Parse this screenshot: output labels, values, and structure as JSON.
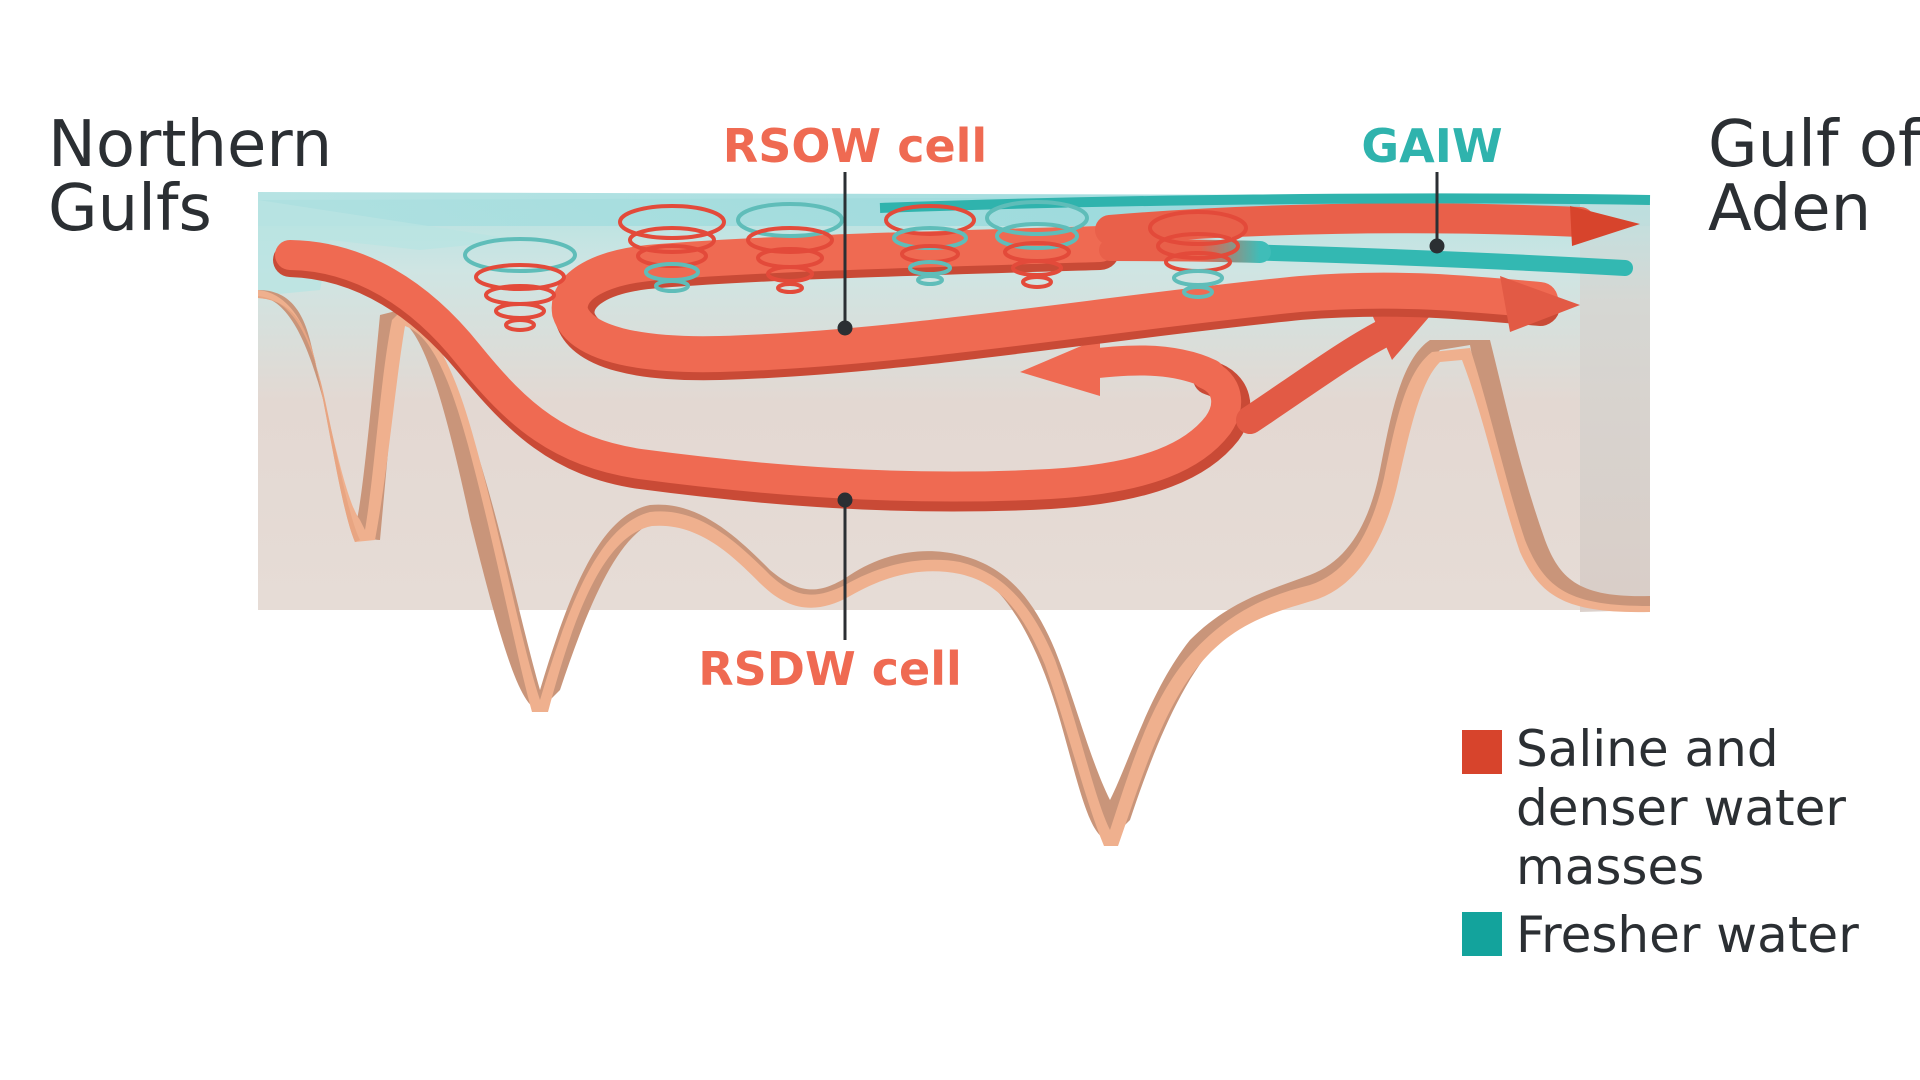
{
  "labels": {
    "left_place": [
      "Northern",
      "Gulfs"
    ],
    "right_place": [
      "Gulf of",
      "Aden"
    ],
    "rsow": "RSOW cell",
    "rsdw": "RSDW cell",
    "gaiw": "GAIW"
  },
  "legend": {
    "items": [
      {
        "lines": [
          "Saline and",
          "denser water",
          "masses"
        ],
        "color": "#d7442c"
      },
      {
        "lines": [
          "Fresher water"
        ],
        "color": "#13a39c"
      }
    ]
  },
  "colors": {
    "saline": "#e9604a",
    "saline_dark": "#c94a36",
    "fresher": "#3fbdb8",
    "water_top": "#aadfe0",
    "water_body": "#e6dcd6",
    "seabed": "#efb08e",
    "seabed_shadow": "#c9957a"
  }
}
